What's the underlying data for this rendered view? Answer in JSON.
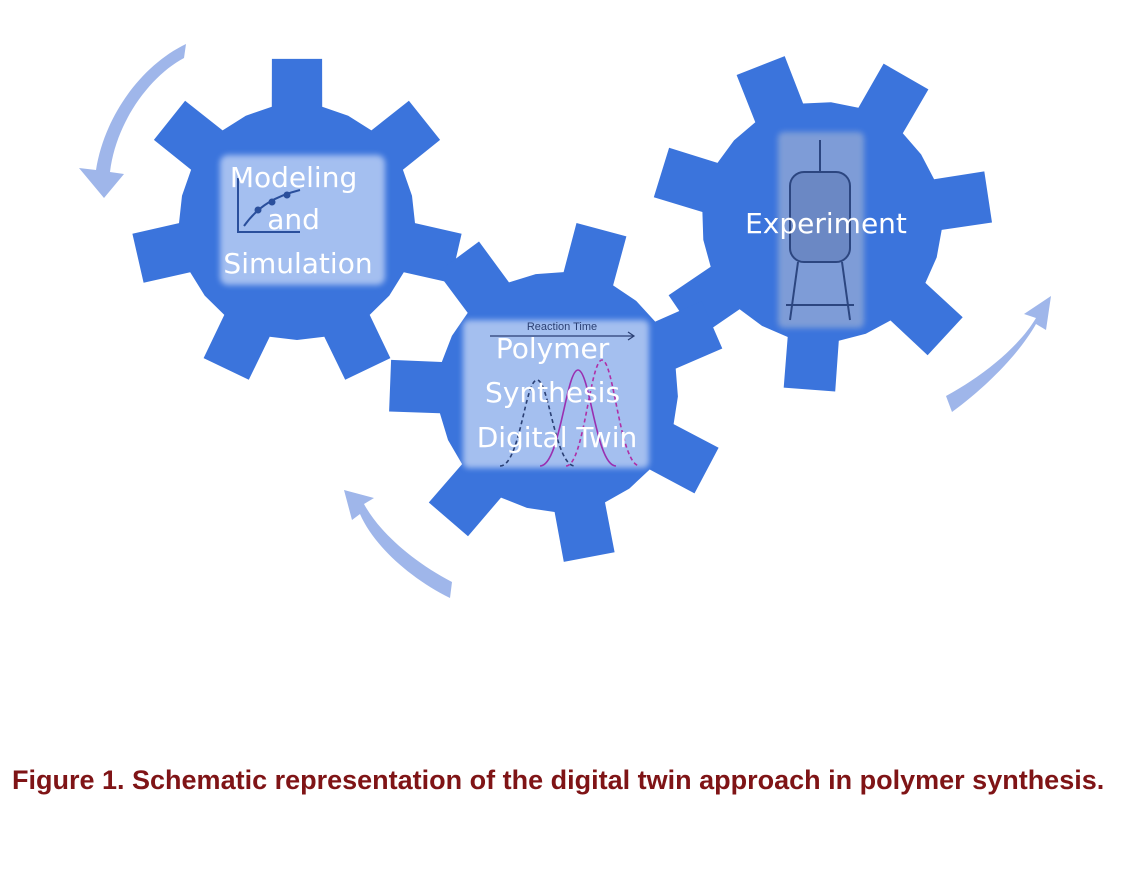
{
  "diagram": {
    "gears": [
      {
        "id": "modeling",
        "lines": [
          "Modeling",
          "and",
          "Simulation"
        ]
      },
      {
        "id": "digital-twin",
        "lines": [
          "Polymer",
          "Synthesis",
          "Digital Twin"
        ],
        "inset_axis_label": "Reaction Time"
      },
      {
        "id": "experiment",
        "lines": [
          "Experiment"
        ]
      }
    ],
    "colors": {
      "gear": "#3b74dc",
      "arrow": "#9fb6ea",
      "caption": "#7f1416"
    }
  },
  "caption": {
    "text": "Figure 1. Schematic representation of the digital twin approach in polymer synthesis."
  }
}
